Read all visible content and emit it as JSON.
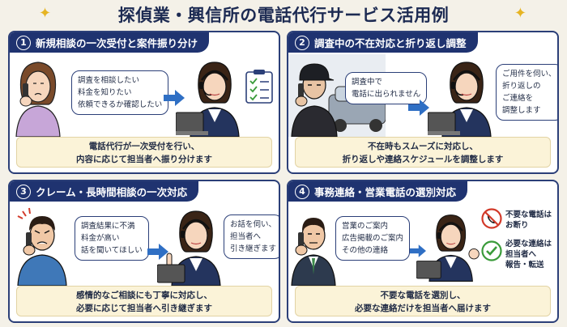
{
  "title": "探偵業・興信所の電話代行サービス活用例",
  "panels": [
    {
      "number": "1",
      "heading": "新規相談の一次受付と案件振り分け",
      "caller_bubble": [
        "調査を相談したい",
        "料金を知りたい",
        "依頼できるか確認したい"
      ],
      "caption": [
        "電話代行が一次受付を行い、",
        "内容に応じて担当者へ振り分けます"
      ]
    },
    {
      "number": "2",
      "heading": "調査中の不在対応と折り返し調整",
      "caller_bubble": [
        "調査中で",
        "電話に出られません"
      ],
      "operator_bubble": [
        "ご用件を伺い、",
        "折り返しの",
        "ご連絡を",
        "調整します"
      ],
      "caption": [
        "不在時もスムーズに対応し、",
        "折り返しや連絡スケジュールを調整します"
      ]
    },
    {
      "number": "3",
      "heading": "クレーム・長時間相談の一次対応",
      "caller_bubble": [
        "調査結果に不満",
        "料金が高い",
        "話を聞いてほしい"
      ],
      "operator_bubble": [
        "お話を伺い、",
        "担当者へ",
        "引き継ぎます"
      ],
      "caption": [
        "感情的なご相談にも丁寧に対応し、",
        "必要に応じて担当者へ引き継ぎます"
      ]
    },
    {
      "number": "4",
      "heading": "事務連絡・営業電話の選別対応",
      "caller_bubble": [
        "営業のご案内",
        "広告掲載のご案内",
        "その他の連絡"
      ],
      "decline_note": [
        "不要な電話は",
        "お断り"
      ],
      "forward_note": [
        "必要な連絡は",
        "担当者へ",
        "報告・転送"
      ],
      "caption": [
        "不要な電話を選別し、",
        "必要な連絡だけを担当者へ届けます"
      ]
    }
  ],
  "colors": {
    "navy": "#1f3370",
    "arrow": "#2f6fc4",
    "caption_bg": "#fbf3d8",
    "check": "#3a9b3a",
    "decline": "#d23a2a"
  }
}
